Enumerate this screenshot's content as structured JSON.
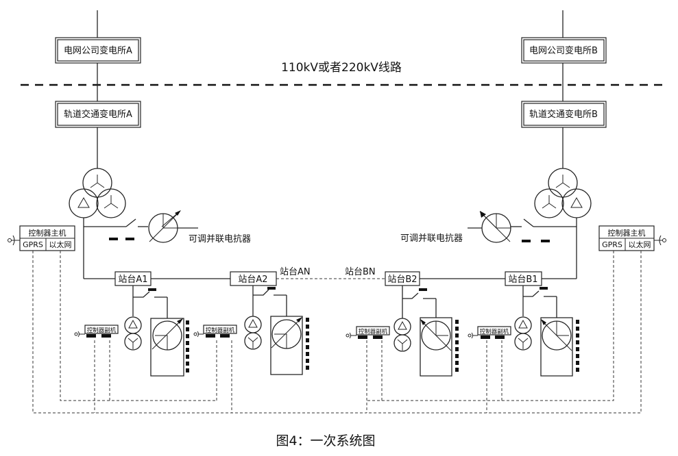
{
  "labels": {
    "grid_substation_a": "电网公司变电所A",
    "grid_substation_b": "电网公司变电所B",
    "line_label": "110kV或者220kV线路",
    "rail_substation_a": "轨道交通变电所A",
    "rail_substation_b": "轨道交通变电所B",
    "reactor_a": "可调并联电抗器",
    "reactor_b": "可调并联电抗器",
    "station_a1": "站台A1",
    "station_a2": "站台A2",
    "station_an": "站台AN",
    "station_bn": "站台BN",
    "station_b2": "站台B2",
    "station_b1": "站台B1",
    "controller_main": "控制器主机",
    "gprs": "GPRS",
    "ethernet": "以太网",
    "controller_sub": "控制器副机",
    "caption": "图4：一次系统图"
  }
}
